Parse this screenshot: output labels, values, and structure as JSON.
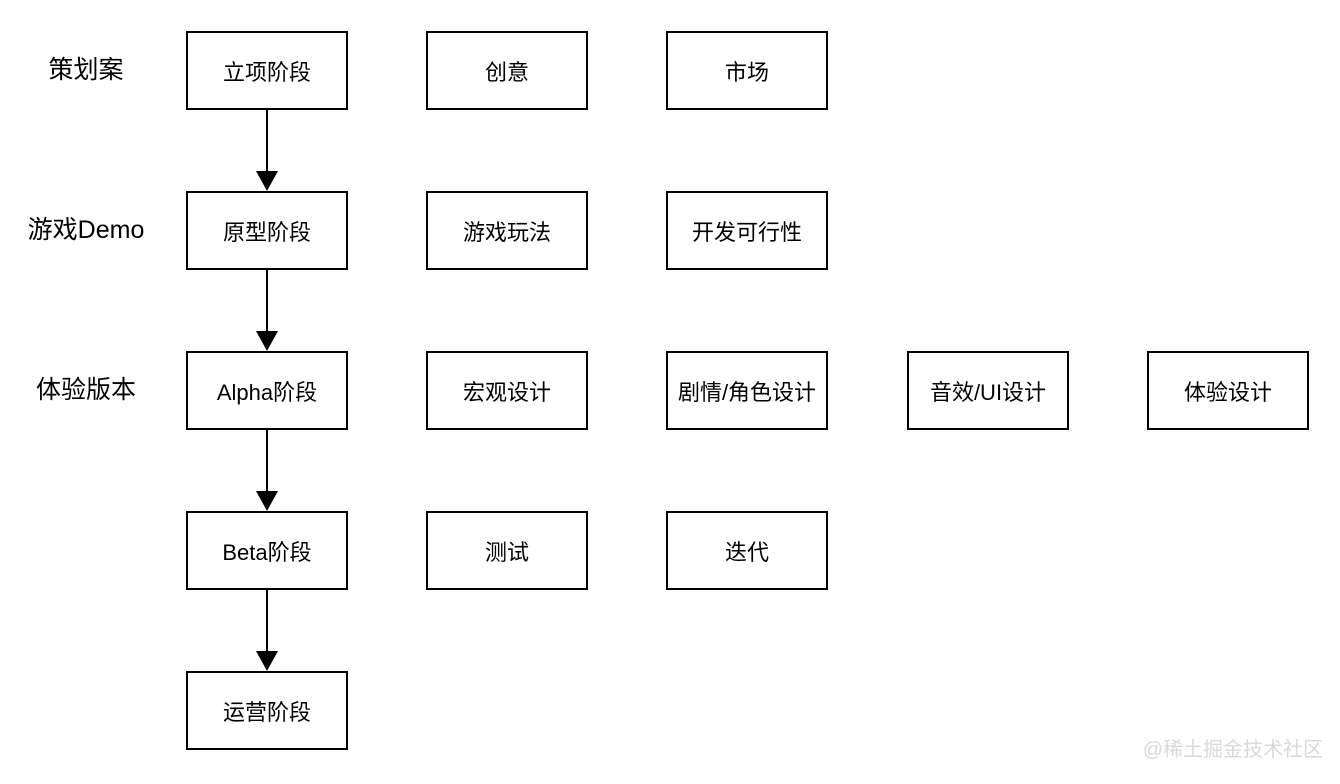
{
  "rows": [
    {
      "label": "策划案",
      "stage": "立项阶段",
      "items": [
        "创意",
        "市场"
      ]
    },
    {
      "label": "游戏Demo",
      "stage": "原型阶段",
      "items": [
        "游戏玩法",
        "开发可行性"
      ]
    },
    {
      "label": "体验版本",
      "stage": "Alpha阶段",
      "items": [
        "宏观设计",
        "剧情/角色设计",
        "音效/UI设计",
        "体验设计"
      ]
    },
    {
      "stage": "Beta阶段",
      "items": [
        "测试",
        "迭代"
      ]
    },
    {
      "stage": "运营阶段",
      "items": []
    }
  ],
  "flow_arrows": [
    {
      "from": "立项阶段",
      "to": "原型阶段"
    },
    {
      "from": "原型阶段",
      "to": "Alpha阶段"
    },
    {
      "from": "Alpha阶段",
      "to": "Beta阶段"
    },
    {
      "from": "Beta阶段",
      "to": "运营阶段"
    }
  ],
  "watermark": "@稀土掘金技术社区",
  "colors": {
    "background": "#ffffff",
    "node_border": "#000000",
    "node_fill": "#ffffff",
    "text": "#000000",
    "watermark": "#d9d9d9"
  }
}
